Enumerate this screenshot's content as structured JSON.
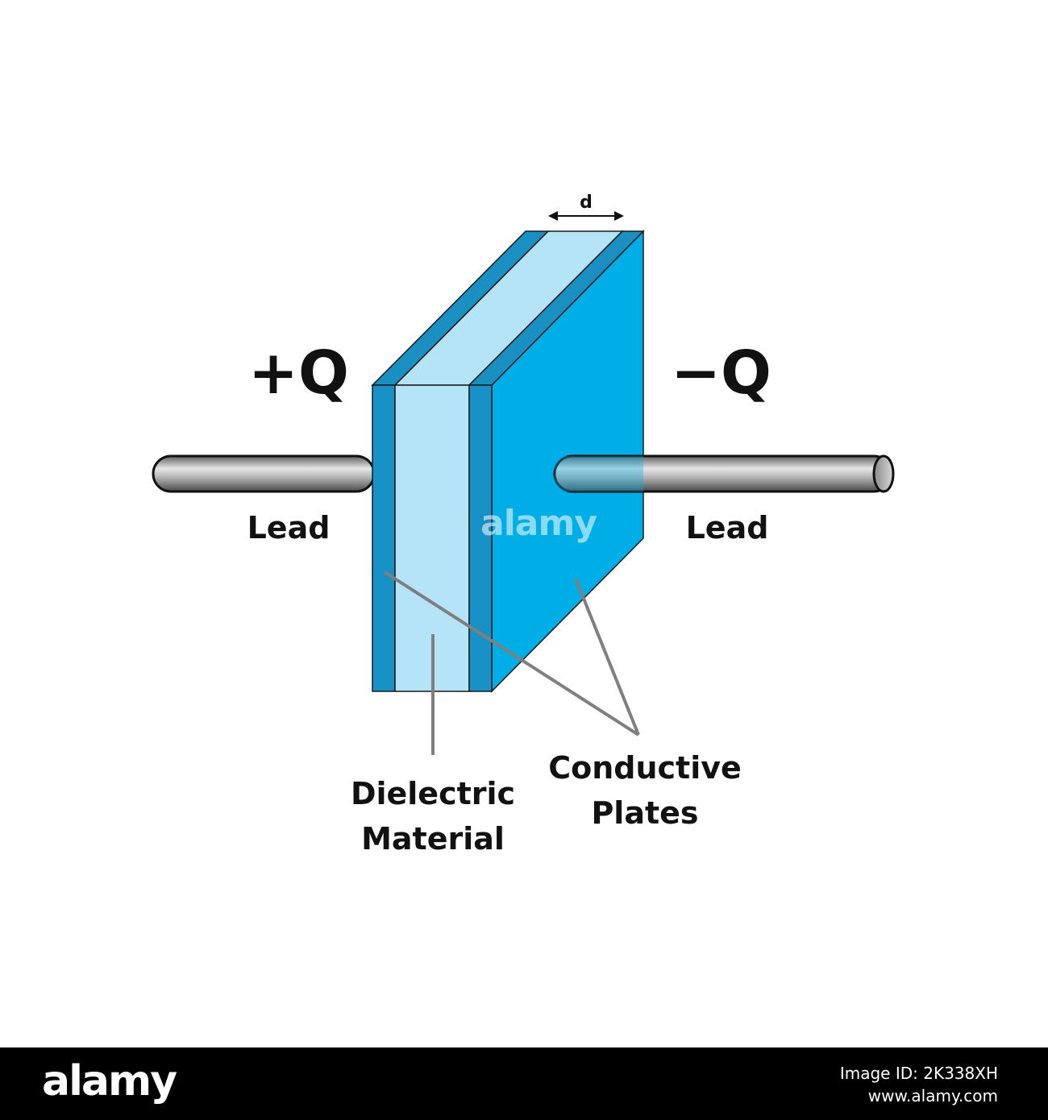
{
  "labels": {
    "positive_charge": "+Q",
    "negative_charge": "−Q",
    "lead_left": "Lead",
    "lead_right": "Lead",
    "separation": "d",
    "dielectric_line1": "Dielectric",
    "dielectric_line2": "Material",
    "conductive_line1": "Conductive",
    "conductive_line2": "Plates"
  },
  "watermark": "alamy",
  "footer": {
    "logo": "alamy",
    "image_id": "Image ID: 2K338XH",
    "url": "www.alamy.com"
  },
  "colors": {
    "plate_front": "#1891c6",
    "plate_side": "#00aee7",
    "plate_top": "#1a8fc2",
    "dielectric": "#b5e3f7",
    "lead_wire": "#9e9e9e",
    "pointer_line": "#7f7f7f",
    "footer_bg": "#000000"
  }
}
